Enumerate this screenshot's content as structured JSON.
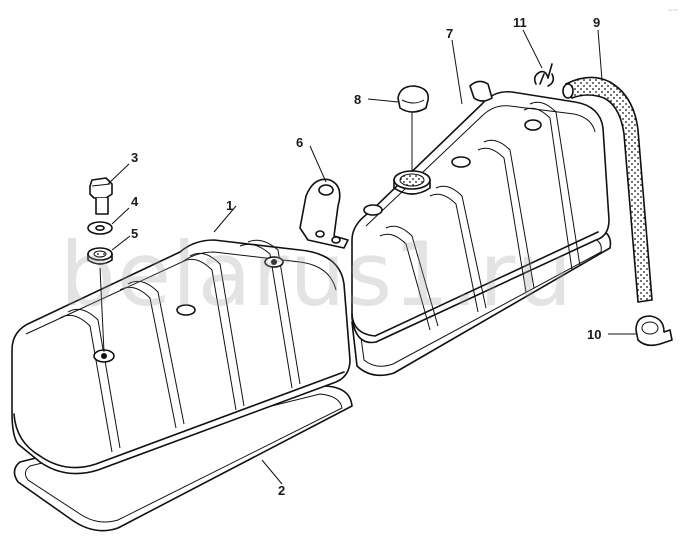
{
  "watermark": "belarus1.ru",
  "corner_mark": "~~",
  "callouts": [
    {
      "id": "1",
      "label": "1"
    },
    {
      "id": "2",
      "label": "2"
    },
    {
      "id": "3",
      "label": "3"
    },
    {
      "id": "4",
      "label": "4"
    },
    {
      "id": "5",
      "label": "5"
    },
    {
      "id": "6",
      "label": "6"
    },
    {
      "id": "7",
      "label": "7"
    },
    {
      "id": "8",
      "label": "8"
    },
    {
      "id": "9",
      "label": "9"
    },
    {
      "id": "10",
      "label": "10"
    },
    {
      "id": "11",
      "label": "11"
    }
  ]
}
